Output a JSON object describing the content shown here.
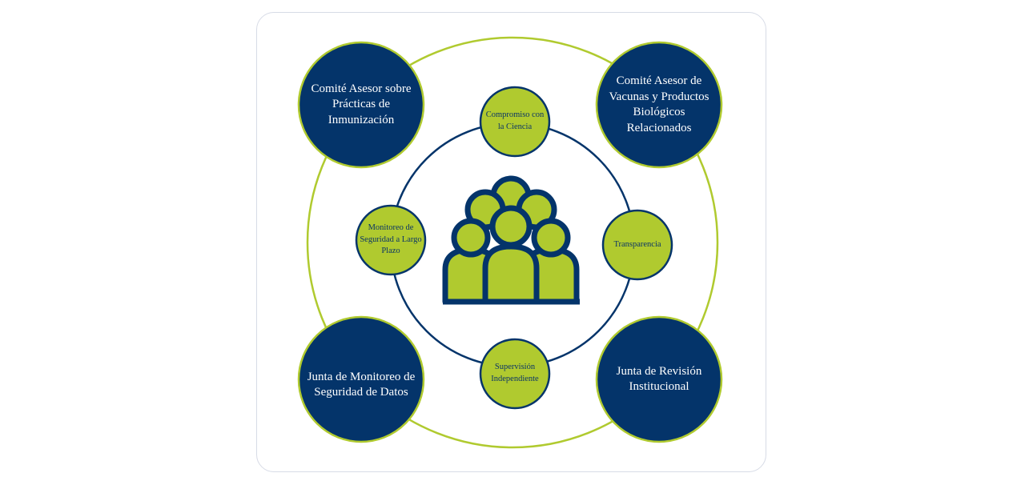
{
  "diagram": {
    "colors": {
      "navy": "#04346a",
      "lime": "#b0ca2f",
      "border": "#d7dbe6"
    },
    "center_icon": "group-of-people-icon",
    "outer_nodes": [
      {
        "id": "acip",
        "label": "Comité Asesor sobre Prácticas de Inmunización"
      },
      {
        "id": "vrbpac",
        "label": "Comité Asesor de Vacunas y Productos Biológicos Relacionados"
      },
      {
        "id": "dsmb",
        "label": "Junta de Monitoreo de Seguridad de Datos"
      },
      {
        "id": "irb",
        "label": "Junta de Revisión Institucional"
      }
    ],
    "inner_nodes": [
      {
        "id": "science",
        "label": "Compromiso con la Ciencia"
      },
      {
        "id": "transparency",
        "label": "Transparencia"
      },
      {
        "id": "oversight",
        "label": "Supervisión Independiente"
      },
      {
        "id": "monitoring",
        "label": "Monitoreo de Seguridad a Largo Plazo"
      }
    ]
  }
}
